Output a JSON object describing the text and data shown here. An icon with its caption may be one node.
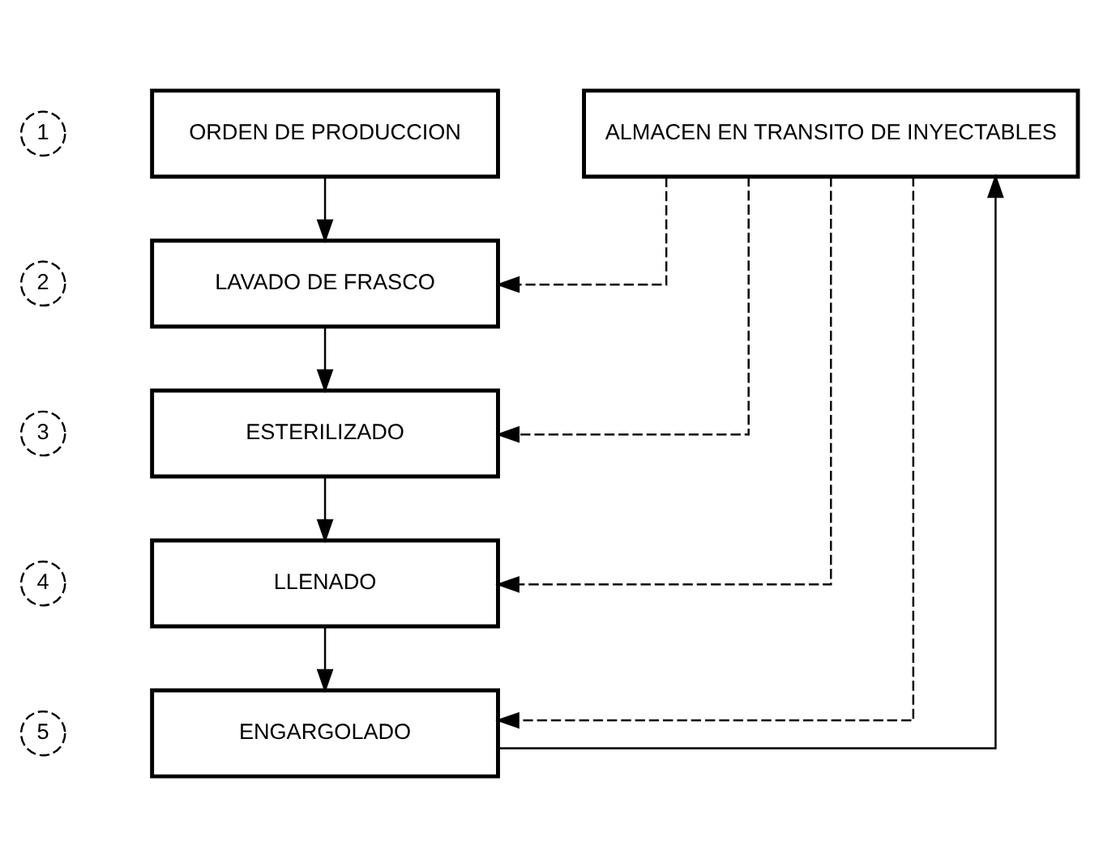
{
  "diagram": {
    "nodes": [
      {
        "text": [
          "1"
        ]
      },
      {
        "text": [
          "ORDEN DE PRODUCCION"
        ]
      },
      {
        "text": [
          "ALMACEN EN TRANSITO DE INYECTABLES"
        ]
      },
      {
        "text": [
          "2"
        ]
      },
      {
        "text": [
          "LAVADO DE FRASCO"
        ]
      },
      {
        "text": [
          "3"
        ]
      },
      {
        "text": [
          "ESTERILIZADO"
        ]
      },
      {
        "text": [
          "4"
        ]
      },
      {
        "text": [
          "LLENADO"
        ]
      },
      {
        "text": [
          "5"
        ]
      },
      {
        "text": [
          "ENGARGOLADO"
        ]
      }
    ],
    "edges": [
      {
        "from": 1,
        "to": 4,
        "arrow": "to"
      },
      {
        "from": 4,
        "to": 6,
        "arrow": "to"
      },
      {
        "from": 6,
        "to": 8,
        "arrow": "to"
      },
      {
        "from": 8,
        "to": 10,
        "arrow": "to"
      },
      {
        "from": 10,
        "to": 2,
        "arrow": "to"
      },
      {
        "from": 2,
        "to": 4,
        "arrow": "to",
        "style": "dashed"
      },
      {
        "from": 2,
        "to": 6,
        "arrow": "to",
        "style": "dashed"
      },
      {
        "from": 2,
        "to": 8,
        "arrow": "to",
        "style": "dashed"
      },
      {
        "from": 2,
        "to": 10,
        "arrow": "to",
        "style": "dashed"
      }
    ]
  }
}
